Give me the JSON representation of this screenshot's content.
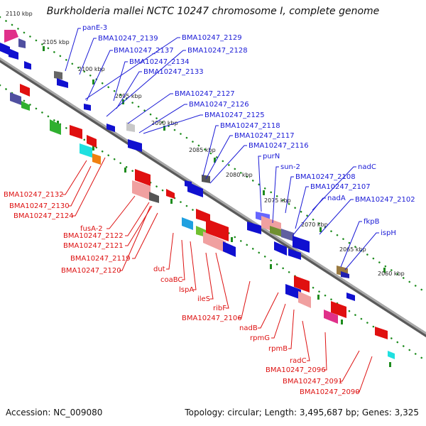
{
  "title": "Burkholderia mallei NCTC 10247 chromosome I, complete genome",
  "accession": "Accession: NC_009080",
  "topology": "Topology: circular; Length: 3,495,687 bp; Genes: 3,325",
  "colors": {
    "backbone": "#7a7a7a",
    "forward_label": "#1a1ad6",
    "reverse_label": "#dd1111",
    "track_dots_green": "#1e8c1e"
  },
  "kbp_ticks": [
    "2110 kbp",
    "2105 kbp",
    "2100 kbp",
    "2095 kbp",
    "2090 kbp",
    "2085 kbp",
    "2080 kbp",
    "2075 kbp",
    "2070 kbp",
    "2065 kbp",
    "2060 kbp"
  ],
  "forward_labels": [
    "panE-3",
    "BMA10247_2139",
    "BMA10247_2129",
    "BMA10247_2137",
    "BMA10247_2128",
    "BMA10247_2134",
    "BMA10247_2133",
    "BMA10247_2127",
    "BMA10247_2126",
    "BMA10247_2125",
    "BMA10247_2118",
    "BMA10247_2117",
    "BMA10247_2116",
    "purN",
    "sun-2",
    "BMA10247_2108",
    "nadC",
    "BMA10247_2107",
    "nadA",
    "BMA10247_2102",
    "fkpB",
    "ispH"
  ],
  "reverse_labels": [
    "BMA10247_2132",
    "BMA10247_2130",
    "BMA10247_2124",
    "fusA-2",
    "BMA10247_2122",
    "BMA10247_2121",
    "BMA10247_2119",
    "BMA10247_2120",
    "dut",
    "coaBC",
    "lspA",
    "ileS",
    "ribF",
    "BMA10247_2106",
    "nadB",
    "rpmG",
    "rpmB",
    "radC",
    "BMA10247_2096",
    "BMA10247_2091",
    "BMA10247_2090"
  ]
}
